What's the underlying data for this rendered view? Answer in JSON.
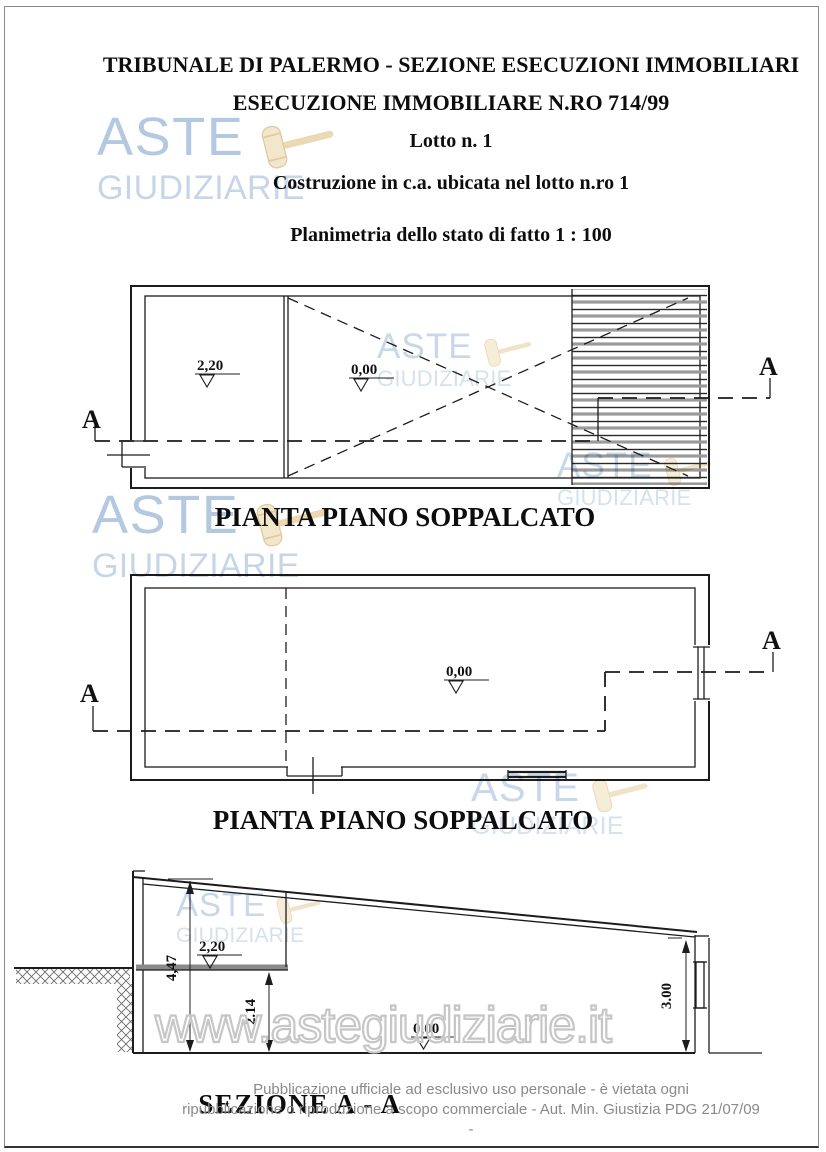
{
  "header": {
    "line1": "TRIBUNALE DI PALERMO - SEZIONE ESECUZIONI IMMOBILIARI",
    "line2": "ESECUZIONE IMMOBILIARE N.RO 714/99",
    "line3": "Lotto n. 1",
    "line4": "Costruzione in c.a. ubicata nel lotto n.ro 1",
    "line5": "Planimetria dello stato di fatto 1 : 100"
  },
  "captions": {
    "plan1": "PIANTA PIANO SOPPALCATO",
    "plan2": "PIANTA PIANO SOPPALCATO",
    "section": "SEZIONE A - A"
  },
  "drawings": {
    "section_marker": "A",
    "plan1": {
      "level_left": "2,20",
      "level_main": "0,00"
    },
    "plan2": {
      "level_main": "0,00"
    },
    "section": {
      "dim_total_height": "4,47",
      "level_mezzanine": "2,20",
      "dim_clear_height": "2.14",
      "level_ground": "0,00",
      "dim_right_height": "3.00"
    }
  },
  "watermark": {
    "brand_line1": "ASTE",
    "brand_line2": "GIUDIZIARIE",
    "url": "www.astegiudiziarie.it"
  },
  "footer": {
    "line1": "Pubblicazione ufficiale ad esclusivo uso personale - è vietata ogni",
    "line2": "ripubblicazione o riproduzione a scopo commerciale - Aut. Min. Giustizia PDG 21/07/09",
    "separator": "-"
  },
  "colors": {
    "logo_blue": "#a6bfdc",
    "logo_blue_light": "#bccfe4",
    "gavel_tan": "#eedcb6",
    "line_black": "#1c1c1c",
    "hatch_gray": "#9a9a9a",
    "footer_gray": "#8a8a8a",
    "url_outline": "#c6c6c6"
  }
}
